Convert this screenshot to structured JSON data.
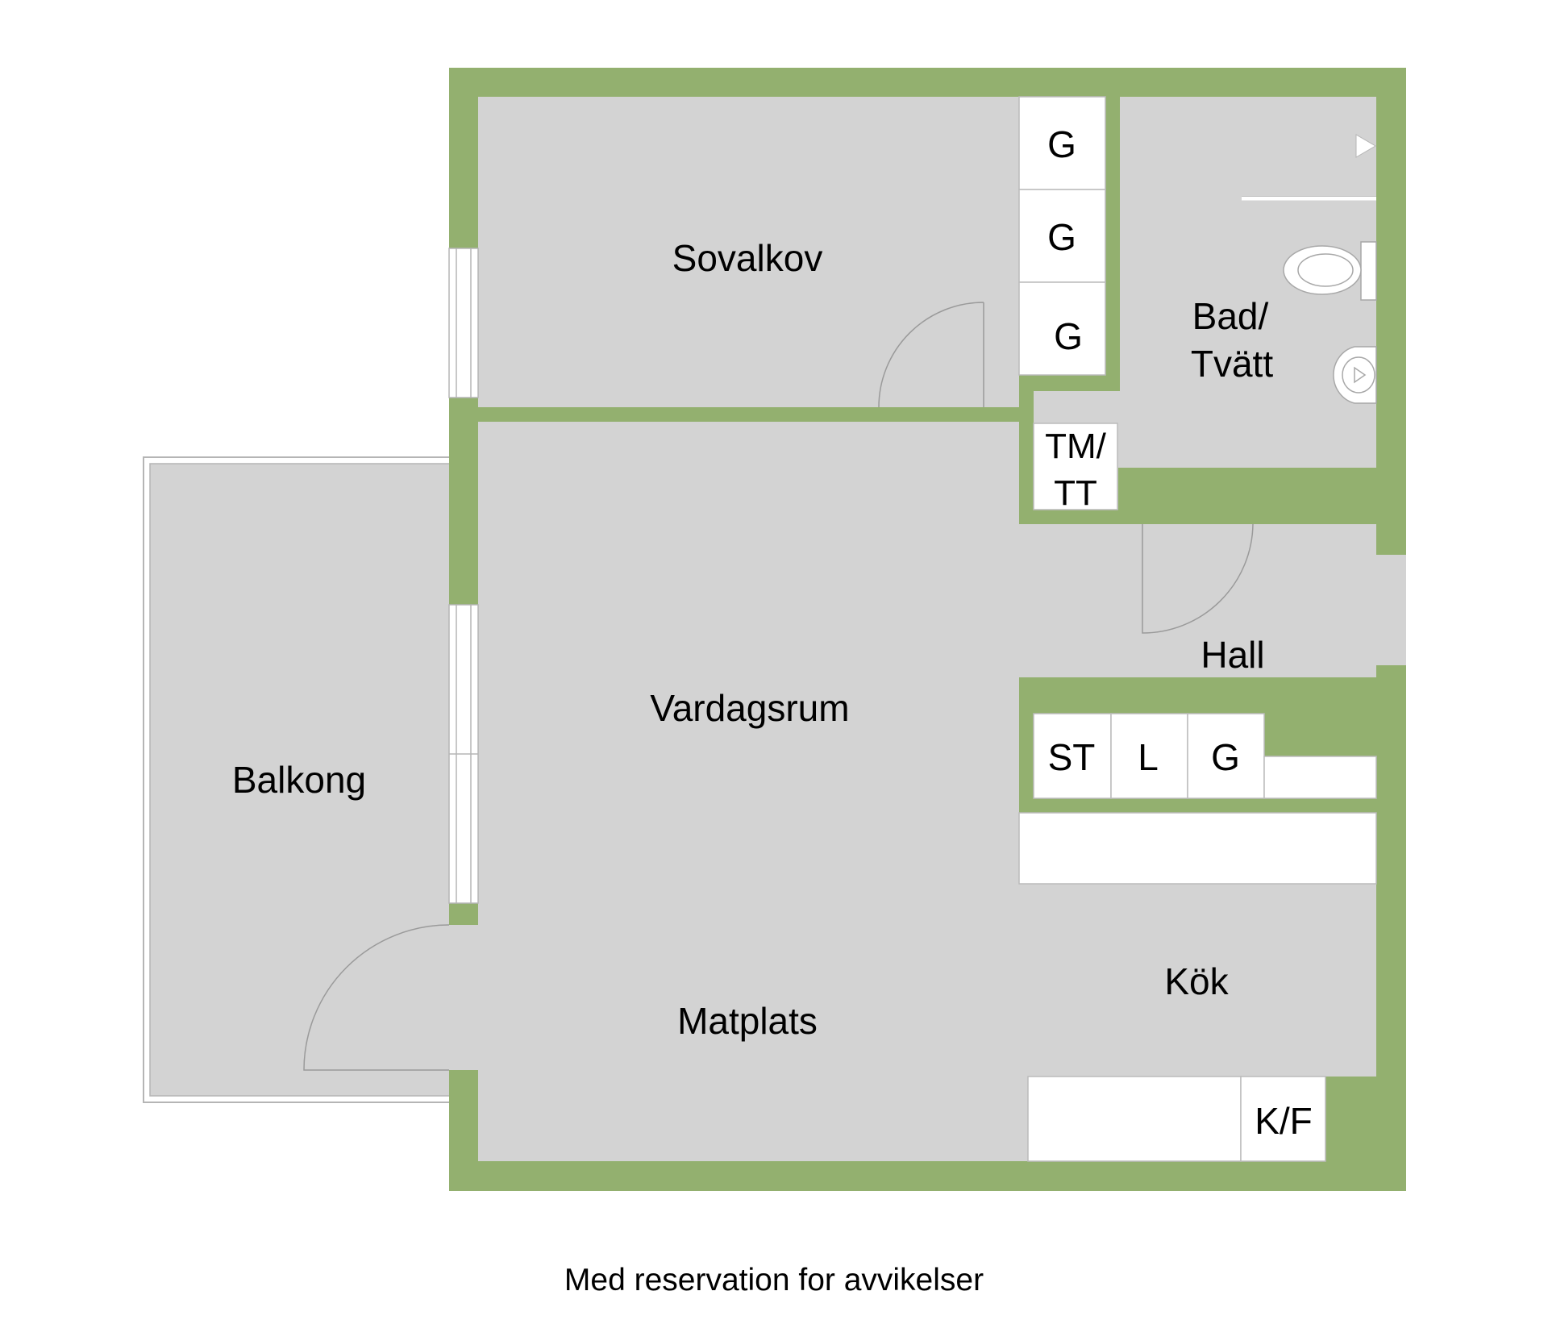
{
  "colors": {
    "wall": "#93b06f",
    "floor": "#d3d3d3",
    "fixture_fill": "#ffffff",
    "fixture_stroke": "#bbbbbb",
    "text": "#000000"
  },
  "rooms": {
    "sovalkov": "Sovalkov",
    "bad_line1": "Bad/",
    "bad_line2": "Tvätt",
    "vardagsrum": "Vardagsrum",
    "hall": "Hall",
    "balkong": "Balkong",
    "matplats": "Matplats",
    "kok": "Kök"
  },
  "fixtures": {
    "wardrobe_1": "G",
    "wardrobe_2": "G",
    "wardrobe_3": "G",
    "tm_line1": "TM/",
    "tm_line2": "TT",
    "st": "ST",
    "l": "L",
    "g_hall": "G",
    "kf": "K/F"
  },
  "icons": [
    "toilet-icon",
    "washbasin-icon",
    "shower-tap-icon",
    "door-swing-icon",
    "window-icon"
  ],
  "disclaimer": "Med reservation for avvikelser"
}
